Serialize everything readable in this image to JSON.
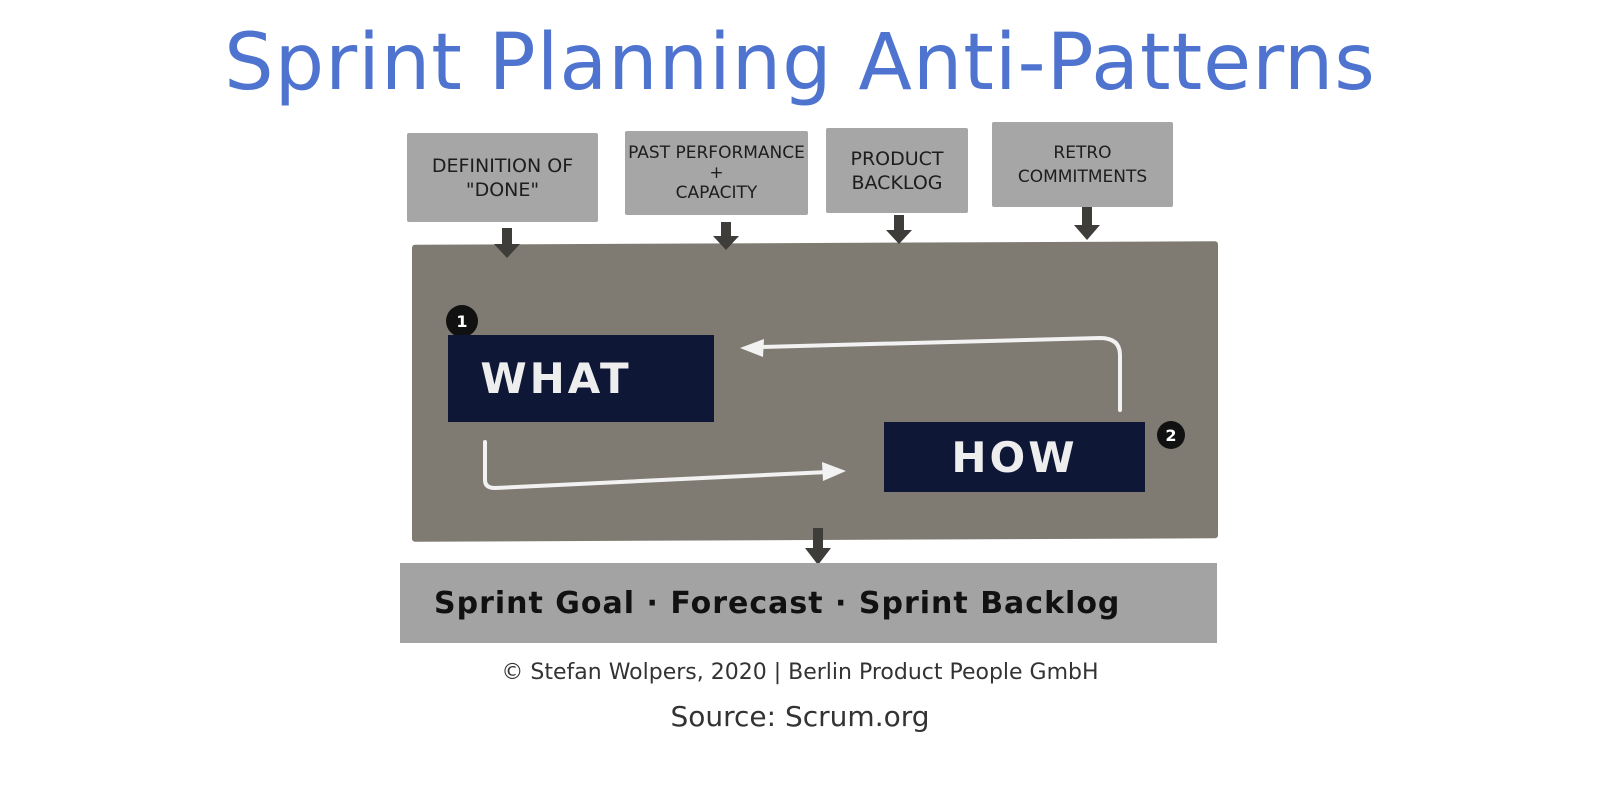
{
  "title": "Sprint Planning Anti-Patterns",
  "inputs": [
    {
      "line1": "Definition of",
      "line2": "\"Done\"",
      "line3": ""
    },
    {
      "line1": "Past Performance",
      "line2": "+",
      "line3": "Capacity"
    },
    {
      "line1": "Product",
      "line2": "Backlog",
      "line3": ""
    },
    {
      "line1": "Retro",
      "line2": "Commitments",
      "line3": ""
    }
  ],
  "steps": [
    {
      "number": "1",
      "label": "WHAT"
    },
    {
      "number": "2",
      "label": "HOW"
    }
  ],
  "output": "Sprint Goal · Forecast · Sprint Backlog",
  "copyright": "© Stefan Wolpers, 2020 | Berlin Product People GmbH",
  "source": "Source: Scrum.org",
  "colors": {
    "title": "#4f74d0",
    "box": "#a6a6a6",
    "panel": "#7f7b72",
    "step": "#0e1736",
    "arrow": "#3f3d3a"
  }
}
